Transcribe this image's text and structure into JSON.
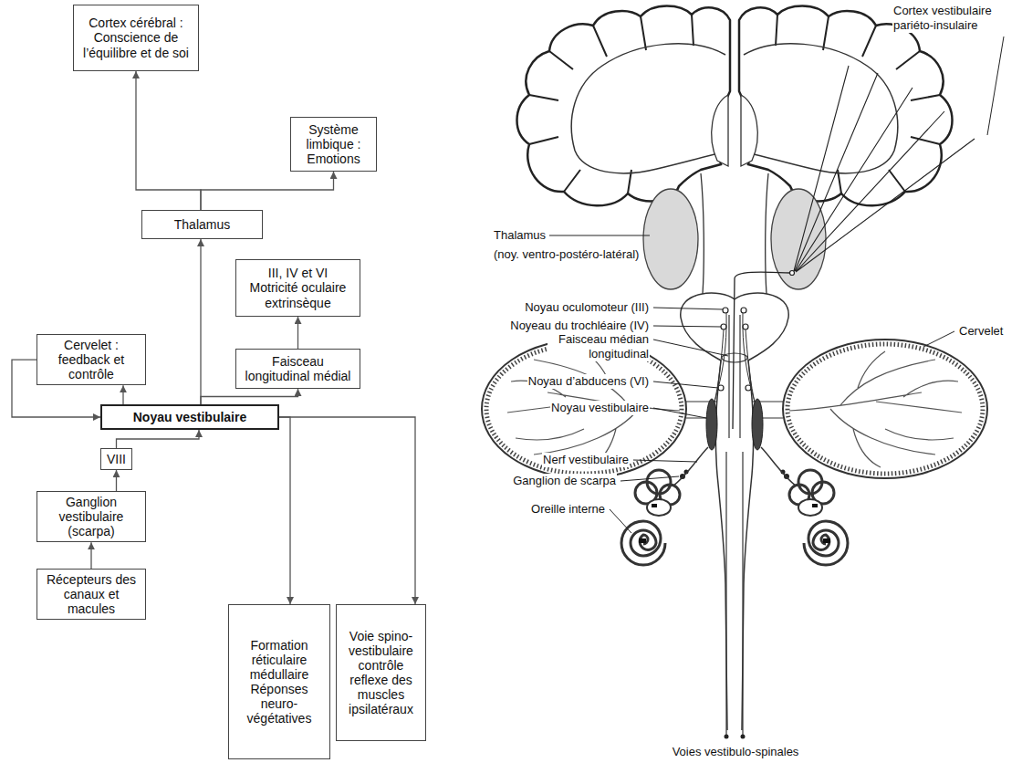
{
  "diagram": {
    "nodes": [
      {
        "text": [
          "Cortex cérébral :",
          "Conscience de l’équilibre et de soi"
        ]
      },
      {
        "text": [
          "Système limbique :",
          "Emotions"
        ]
      },
      {
        "text": [
          "Thalamus"
        ]
      },
      {
        "text": [
          "III, IV et VI",
          "Motricité oculaire extrinsèque"
        ]
      },
      {
        "text": [
          "Cervelet :",
          "feedback et contrôle"
        ]
      },
      {
        "text": [
          "Faisceau longitudinal médial"
        ]
      },
      {
        "text": [
          "Noyau vestibulaire"
        ]
      },
      {
        "text": [
          "VIII"
        ]
      },
      {
        "text": [
          "Ganglion vestibulaire (scarpa)"
        ]
      },
      {
        "text": [
          "Récepteurs des canaux et macules"
        ]
      },
      {
        "text": [
          "Formation réticulaire médullaire",
          "Réponses neuro-végétatives"
        ]
      },
      {
        "text": [
          "Voie spino-vestibulaire",
          "contrôle reflexe des muscles ipsilatéraux"
        ]
      }
    ],
    "edges": [
      {
        "from": 9,
        "to": 8,
        "arrow": "to"
      },
      {
        "from": 8,
        "to": 7,
        "arrow": "to"
      },
      {
        "from": 7,
        "to": 6,
        "arrow": "to"
      },
      {
        "from": 6,
        "to": 4,
        "arrow": "to"
      },
      {
        "from": 4,
        "to": 6,
        "arrow": "to"
      },
      {
        "from": 6,
        "to": 2,
        "arrow": "to"
      },
      {
        "from": 6,
        "to": 5,
        "arrow": "to"
      },
      {
        "from": 5,
        "to": 3,
        "arrow": "to"
      },
      {
        "from": 2,
        "to": 0,
        "arrow": "to"
      },
      {
        "from": 2,
        "to": 1,
        "arrow": "to"
      },
      {
        "from": 6,
        "to": 10,
        "arrow": "to"
      },
      {
        "from": 6,
        "to": 11,
        "arrow": "to"
      }
    ],
    "labels": [
      "Cortex vestibulaire pariéto-insulaire",
      "Thalamus",
      "(noy. ventro-postéro-latéral)",
      "Noyau oculomoteur (III)",
      "Noyeau du trochléaire (IV)",
      "Faisceau médian longitudinal",
      "Cervelet",
      "Noyau d’abducens (VI)",
      "Noyau vestibulaire",
      "Nerf vestibulaire",
      "Ganglion de scarpa",
      "Oreille interne",
      "Voies vestibulo-spinales"
    ]
  }
}
